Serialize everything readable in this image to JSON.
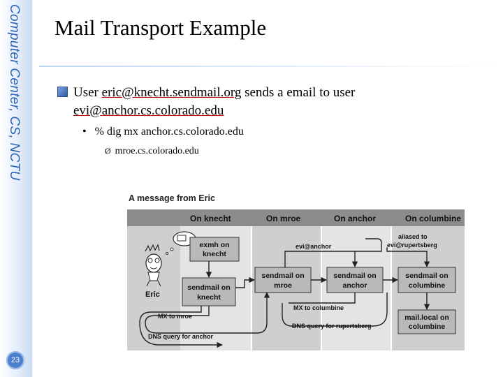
{
  "sidebar": {
    "text": "Computer Center, CS, NCTU",
    "page_number": "23"
  },
  "slide": {
    "title": "Mail Transport Example"
  },
  "bullets": {
    "b1_prefix": "User ",
    "b1_sender": "eric@knecht.sendmail.org",
    "b1_middle": " sends a email to user",
    "b1_recipient": "evi@anchor.cs.colorado.edu",
    "b2_bullet": "•",
    "b2": "% dig mx anchor.cs.colorado.edu",
    "b3_arrow": "Ø",
    "b3": "mroe.cs.colorado.edu"
  },
  "diagram": {
    "heading": "A message from Eric",
    "columns": [
      "On knecht",
      "On mroe",
      "On anchor",
      "On columbine"
    ],
    "boxes": {
      "exmh": "exmh on knecht",
      "sm_knecht": "sendmail on knecht",
      "sm_mroe": "sendmail on mroe",
      "sm_anchor": "sendmail on anchor",
      "sm_columbine": "sendmail on columbine",
      "mail_local": "mail.local on columbine"
    },
    "labels": {
      "evi_anchor": "evi@anchor",
      "aliased": "aliased to",
      "aliased2": "evi@rupertsberg",
      "mx_columbine": "MX to columbine",
      "mx_mroe": "MX to mroe",
      "dns_rupertsberg": "DNS query for rupertsberg",
      "dns_anchor": "DNS query for anchor",
      "eric": "Eric"
    },
    "colors": {
      "header_bar": "#8c8c8c",
      "stripe_light": "#dcdcdc",
      "box_fill": "#b9b9b9"
    }
  }
}
